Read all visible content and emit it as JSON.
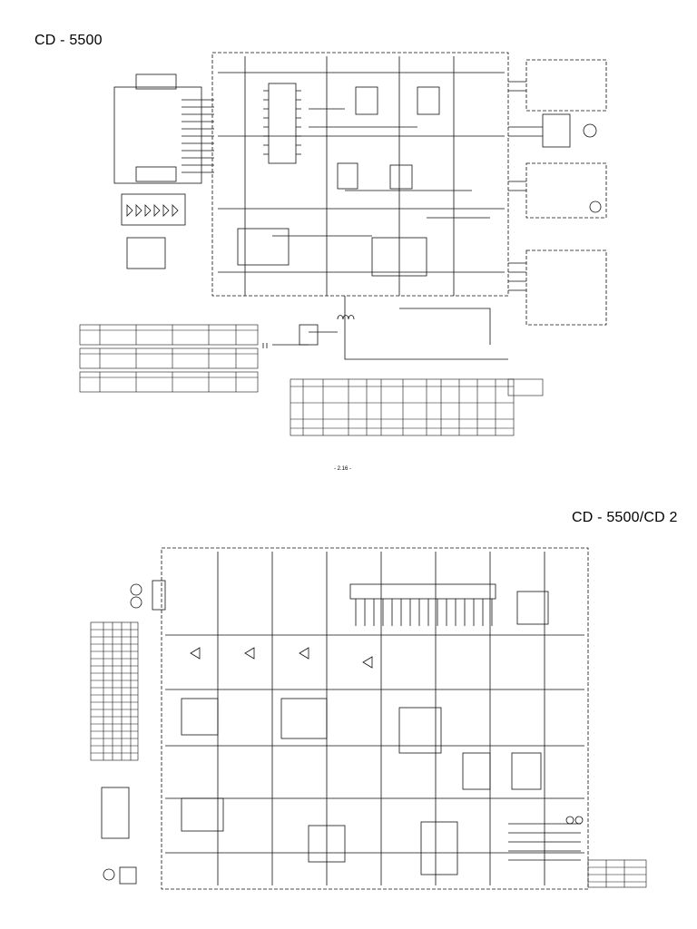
{
  "page": {
    "title_top": "CD - 5500",
    "title_bottom": "CD - 5500/CD 2",
    "page_number": "- 2.16 -"
  }
}
